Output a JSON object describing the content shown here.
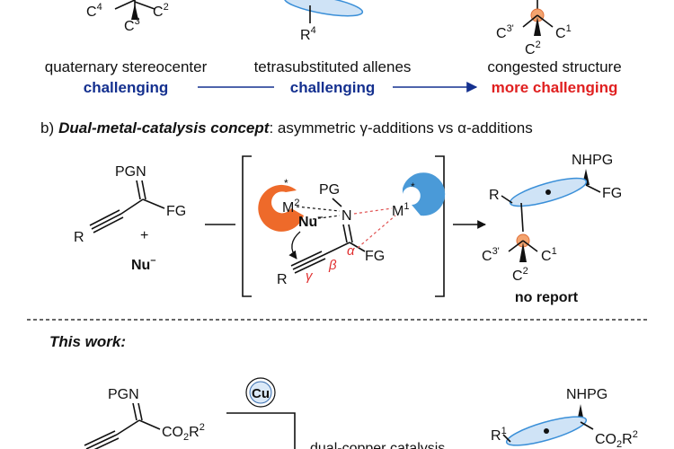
{
  "part_a": {
    "quaternary_label": "quaternary stereocenter",
    "quaternary_status": "challenging",
    "allene_label": "tetrasubstituted allenes",
    "allene_status": "challenging",
    "congested_label": "congested structure",
    "congested_status": "more challenging",
    "top_atoms": {
      "c4": "C",
      "c4_sup": "4",
      "c3": "C",
      "c3_sup": "3",
      "c2": "C",
      "c2_sup": "2",
      "r4": "R",
      "r4_sup": "4",
      "cA": "C",
      "cA_sup": "3'",
      "cB": "C",
      "cB_sup": "1",
      "cC": "C",
      "cC_sup": "2"
    }
  },
  "part_b": {
    "prefix": "b)",
    "concept": "Dual-metal-catalysis concept",
    "description": ": asymmetric γ-additions vs α-additions",
    "substrate": {
      "pgn": "PGN",
      "fg": "FG",
      "r": "R",
      "plus": "+",
      "nu": "Nu",
      "nu_sup": "–"
    },
    "ts": {
      "pg": "PG",
      "n": "N",
      "m2": "M",
      "m2_sup": "2",
      "m1": "M",
      "m1_sup": "1",
      "nu": "Nu",
      "nu_sup": "–",
      "r": "R",
      "fg": "FG",
      "gamma": "γ",
      "beta": "β",
      "alpha": "α",
      "star": "*"
    },
    "product": {
      "nhpg": "NHPG",
      "r": "R",
      "fg": "FG",
      "c3": "C",
      "c3_sup": "3'",
      "c1": "C",
      "c1_sup": "1",
      "c2": "C",
      "c2_sup": "2"
    },
    "result": "no report"
  },
  "this_work": {
    "heading": "This work:",
    "substrate": {
      "pgn": "PGN",
      "co2r": "CO",
      "co2r_sub": "2",
      "co2r_r": "R",
      "co2r_sup": "2"
    },
    "catalyst": "Cu",
    "catalysis_label": "dual-copper catalysis",
    "product": {
      "nhpg": "NHPG",
      "r1": "R",
      "r1_sup": "1",
      "co2r": "CO",
      "co2r_sub": "2",
      "co2r_r": "R",
      "co2r_sup": "2"
    }
  },
  "colors": {
    "blue_text": "#14308f",
    "red_text": "#e02020",
    "allene_blue": "#3a8fd8",
    "metal_orange": "#ee6a2a",
    "metal_blue": "#4a9ad8"
  }
}
